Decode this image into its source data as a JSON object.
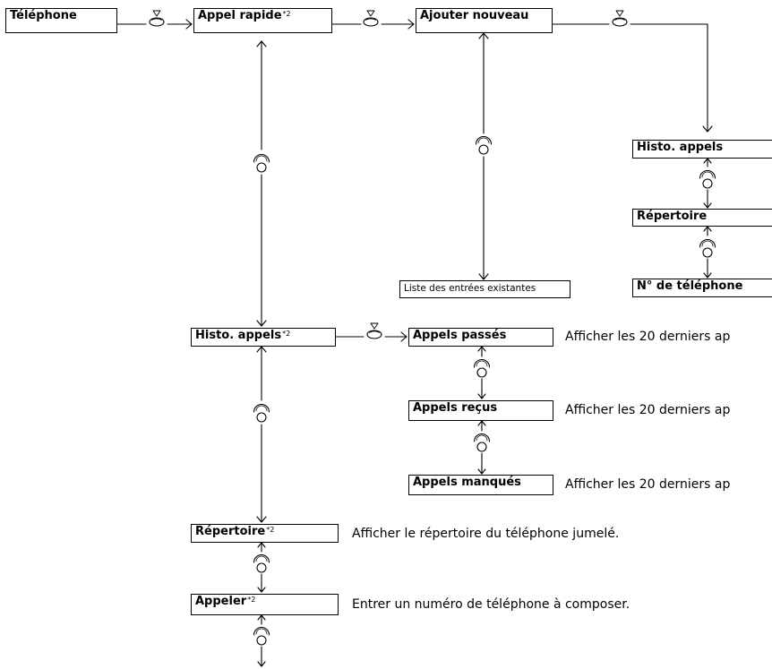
{
  "footnote_mark": "*2",
  "nodes": {
    "telephone": "Téléphone",
    "appel_rapide": "Appel rapide",
    "ajouter_nouveau": "Ajouter nouveau",
    "liste_entrees": "Liste des entrées existantes",
    "sub_histo_appels": "Histo. appels",
    "sub_repertoire": "Répertoire",
    "sub_no_telephone": "N° de téléphone",
    "histo_appels": "Histo. appels",
    "appels_passes": "Appels passés",
    "appels_recus": "Appels reçus",
    "appels_manques": "Appels manqués",
    "repertoire": "Répertoire",
    "appeler": "Appeler"
  },
  "notes": {
    "appels_passes": "Afficher les 20 derniers ap",
    "appels_recus": "Afficher les 20 derniers ap",
    "appels_manques": "Afficher les 20 derniers ap",
    "repertoire": "Afficher le répertoire du téléphone jumelé.",
    "appeler": "Entrer un numéro de téléphone à composer."
  },
  "icons": {
    "press": "selector-press-icon",
    "rotate": "selector-rotate-icon"
  }
}
